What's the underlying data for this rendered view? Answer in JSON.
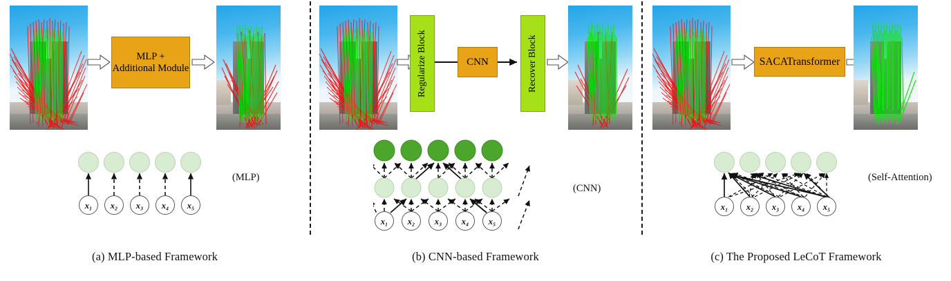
{
  "figure": {
    "type": "diagram",
    "description": "Comparison of three image-matching outlier-rejection frameworks",
    "panels": [
      {
        "id": "a",
        "caption": "(a) MLP-based Framework",
        "pipeline_label": "MLP +\nAdditional Module",
        "pipeline_label_line1": "MLP +",
        "pipeline_label_line2": "Additional Module",
        "module_color": "#e8a317",
        "graph_annotation": "(MLP)",
        "graph": {
          "layers": 2,
          "input_labels": [
            "x₁",
            "x₂",
            "x₃",
            "x₄",
            "x₅"
          ],
          "hidden_node_color": "#d8ecd2",
          "connectivity": "one-to-one (pointwise)"
        },
        "input_image": {
          "correct_matches_color": "#12e412",
          "incorrect_matches_color": "#ee1111",
          "scene": "Notre Dame cathedral pair",
          "quality": "many red outliers"
        },
        "output_image": {
          "correct_matches_color": "#12e412",
          "incorrect_matches_color": "#ee1111",
          "scene": "Notre Dame cathedral pair",
          "quality": "green inliers with remaining red outliers"
        }
      },
      {
        "id": "b",
        "caption": "(b) CNN-based Framework",
        "blocks": [
          {
            "label": "Regularize Block",
            "color": "#a6e018",
            "orientation": "vertical"
          },
          {
            "label": "CNN",
            "color": "#e8a317",
            "orientation": "horizontal"
          },
          {
            "label": "Recover Block",
            "color": "#a6e018",
            "orientation": "vertical"
          }
        ],
        "graph_annotation": "(CNN)",
        "graph": {
          "layers": 3,
          "input_labels": [
            "x₁",
            "x₂",
            "x₃",
            "x₄",
            "x₅"
          ],
          "hidden_node_color": "#d8ecd2",
          "output_node_color": "#4ca62c",
          "connectivity": "local 3-neighborhood (convolution)"
        },
        "input_image": {
          "correct_matches_color": "#12e412",
          "incorrect_matches_color": "#ee1111",
          "scene": "Notre Dame cathedral pair",
          "quality": "many red outliers"
        },
        "output_image": {
          "correct_matches_color": "#12e412",
          "incorrect_matches_color": "#ee1111",
          "scene": "Notre Dame cathedral pair",
          "quality": "mostly green with some red outliers"
        }
      },
      {
        "id": "c",
        "caption": "(c) The Proposed LeCoT Framework",
        "pipeline_label": "SACATransformer",
        "module_color": "#e8a317",
        "graph_annotation": "(Self-Attention)",
        "graph": {
          "layers": 2,
          "input_labels": [
            "x₁",
            "x₂",
            "x₃",
            "x₄",
            "x₅"
          ],
          "hidden_node_color": "#d8ecd2",
          "connectivity": "all-to-all (global self-attention)"
        },
        "input_image": {
          "correct_matches_color": "#12e412",
          "incorrect_matches_color": "#ee1111",
          "scene": "Notre Dame cathedral pair",
          "quality": "many red outliers"
        },
        "output_image": {
          "correct_matches_color": "#12e412",
          "incorrect_matches_color": "#ee1111",
          "scene": "Notre Dame cathedral pair",
          "quality": "all green inliers"
        }
      }
    ],
    "colors": {
      "orange_module": "#e8a317",
      "green_block": "#a6e018",
      "light_green_node": "#d8ecd2",
      "dark_green_node": "#4ca62c",
      "correct_match": "#12e412",
      "incorrect_match": "#ee1111",
      "divider": "#1a1a1a"
    }
  }
}
